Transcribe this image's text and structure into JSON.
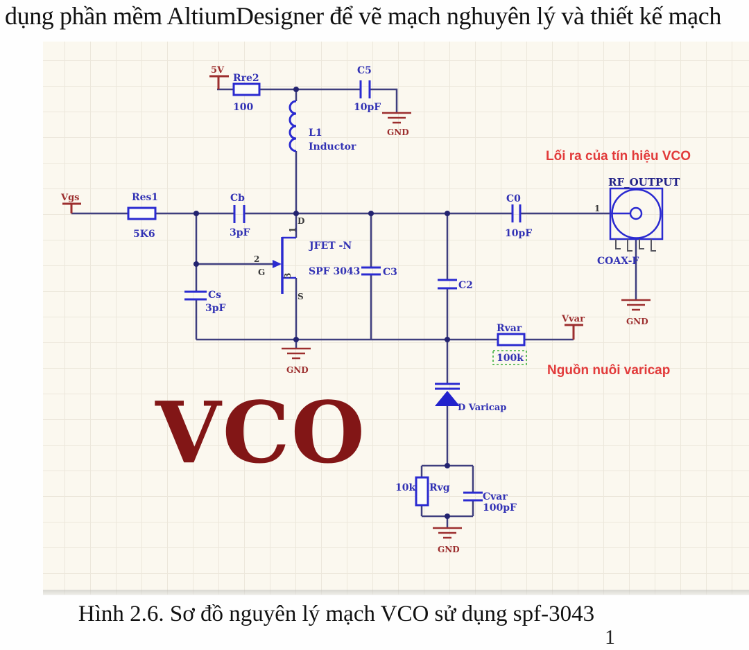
{
  "page": {
    "top_text": "dụng phần mềm AltiumDesigner để vẽ mạch nghuyên lý và thiết kế mạch",
    "caption": "Hình 2.6. Sơ đồ nguyên lý mạch VCO sử dụng spf-3043",
    "page_number": "1"
  },
  "colors": {
    "wire": "#3e3e7e",
    "component_blue": "#2a2ad0",
    "label_blue": "#3232b4",
    "power_red": "#9c2e2e",
    "annotation_red": "#e23b3b",
    "watermark_red": "#821616",
    "selection_green": "#3db03d",
    "canvas": "#fbf8ef",
    "grid_line": "#ece7db"
  },
  "schematic": {
    "watermark": "VCO",
    "gnd": "GND",
    "annotations": {
      "output_note": "Lối ra của tín hiệu VCO",
      "varicap_note": "Nguồn nuôi varicap"
    },
    "ports": {
      "vcc": "5V",
      "vgs": "Vgs",
      "vvar": "Vvar"
    },
    "components": {
      "rre2": {
        "ref": "Rre2",
        "value": "100"
      },
      "c5": {
        "ref": "C5",
        "value": "10pF"
      },
      "l1": {
        "ref": "L1",
        "value": "Inductor"
      },
      "res1": {
        "ref": "Res1",
        "value": "5K6"
      },
      "cb": {
        "ref": "Cb",
        "value": "3pF"
      },
      "cs": {
        "ref": "Cs",
        "value": "3pF"
      },
      "c3": {
        "ref": "C3"
      },
      "c2": {
        "ref": "C2"
      },
      "c0": {
        "ref": "C0",
        "value": "10pF"
      },
      "jfet": {
        "type": "JFET -N",
        "part": "SPF 3043",
        "pin_d": "D",
        "pin_g": "G",
        "pin_s": "S",
        "num_d": "1",
        "num_g": "2",
        "num_s": "3"
      },
      "rvar": {
        "ref": "Rvar",
        "value": "100k"
      },
      "varicap": {
        "ref": "D Varicap"
      },
      "rvg": {
        "ref": "Rvg",
        "value": "10k"
      },
      "cvar": {
        "ref": "Cvar",
        "value": "100pF"
      },
      "coax": {
        "ref": "RF_OUTPUT",
        "footprint": "COAX-F",
        "pin": "1"
      }
    }
  }
}
